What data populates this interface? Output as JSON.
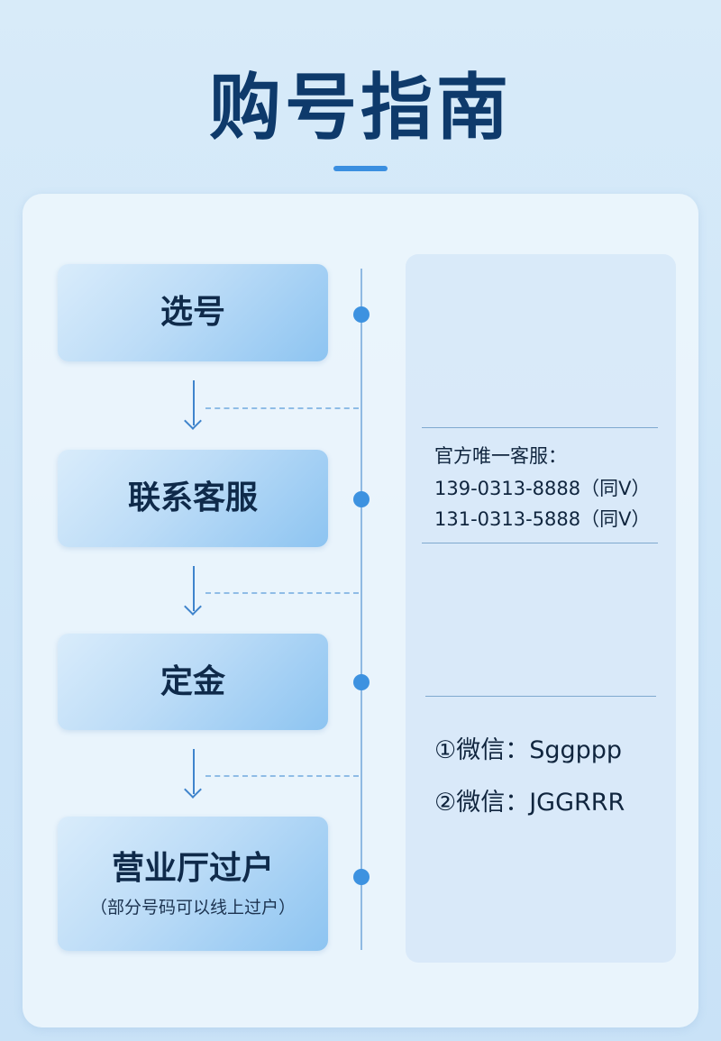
{
  "title": "购号指南",
  "steps": [
    {
      "label": "选号"
    },
    {
      "label": "联系客服"
    },
    {
      "label": "定金"
    },
    {
      "label": "营业厅过户",
      "note": "（部分号码可以线上过户）"
    }
  ],
  "contact": {
    "heading": "官方唯一客服：",
    "phones": [
      "139-0313-8888（同V）",
      "131-0313-5888（同V）"
    ]
  },
  "wechat": [
    "①微信：Sggppp",
    "②微信：JGGRRR"
  ],
  "colors": {
    "title": "#0e3a6b",
    "accent": "#3b8fe0",
    "step_gradient_end": "#8dc4f1"
  }
}
